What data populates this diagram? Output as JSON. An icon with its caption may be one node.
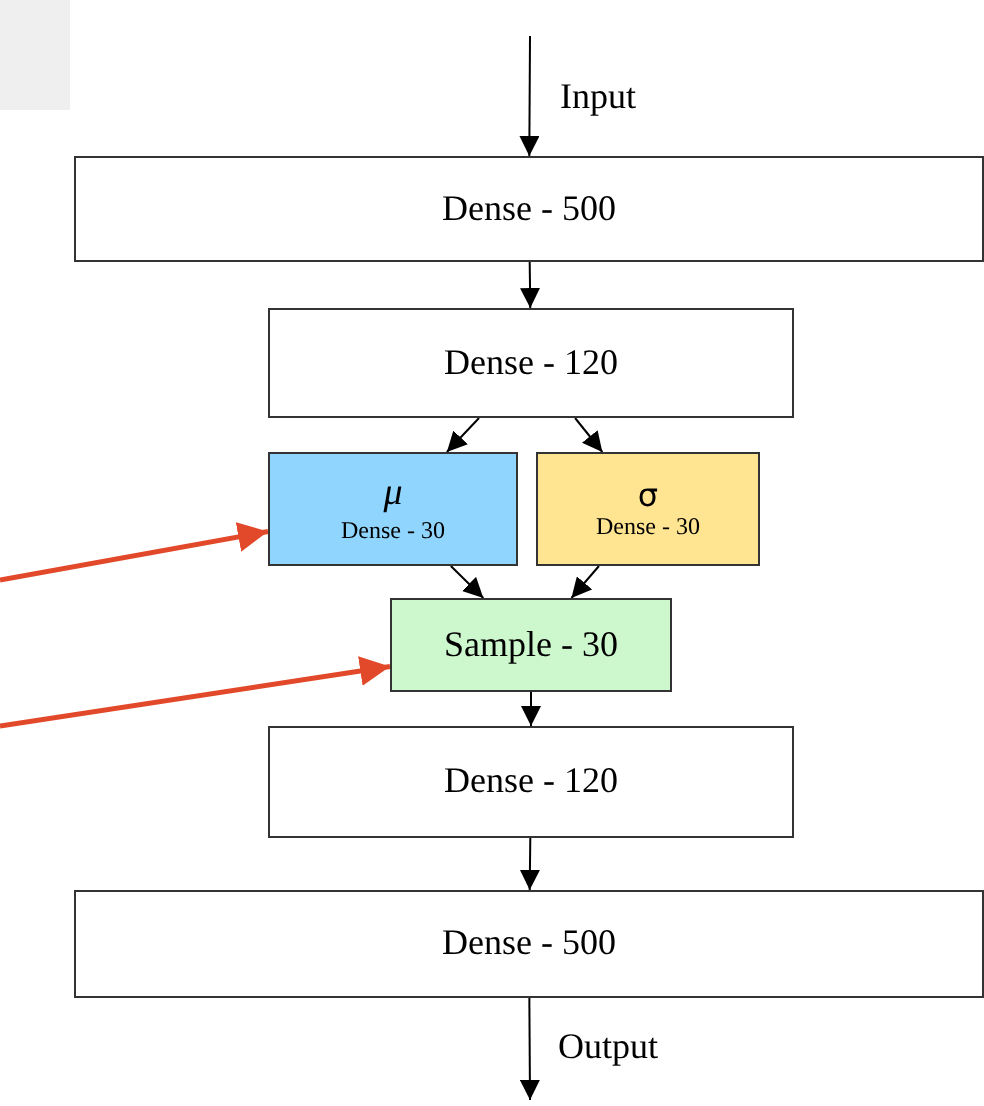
{
  "diagram": {
    "nodes": [
      {
        "text": [
          "Dense - 500"
        ]
      },
      {
        "text": [
          "Dense - 120"
        ]
      },
      {
        "text": [
          "μ",
          "Dense - 30"
        ]
      },
      {
        "text": [
          "σ",
          "Dense - 30"
        ]
      },
      {
        "text": [
          "Sample - 30"
        ]
      },
      {
        "text": [
          "Dense - 120"
        ]
      },
      {
        "text": [
          "Dense - 500"
        ]
      }
    ],
    "edges": [
      {
        "from": null,
        "to": 0,
        "arrow": "to",
        "label": "Input"
      },
      {
        "from": 0,
        "to": 1,
        "arrow": "to"
      },
      {
        "from": 1,
        "to": 2,
        "arrow": "to"
      },
      {
        "from": 1,
        "to": 3,
        "arrow": "to"
      },
      {
        "from": 2,
        "to": 4,
        "arrow": "to"
      },
      {
        "from": 3,
        "to": 4,
        "arrow": "to"
      },
      {
        "from": 4,
        "to": 5,
        "arrow": "to"
      },
      {
        "from": 5,
        "to": 6,
        "arrow": "to"
      },
      {
        "from": 6,
        "to": null,
        "arrow": "to",
        "label": "Output"
      },
      {
        "from": null,
        "to": 2,
        "arrow": "to",
        "style": "thick",
        "color": "#e2492a"
      },
      {
        "from": null,
        "to": 4,
        "arrow": "to",
        "style": "thick",
        "color": "#e2492a"
      }
    ]
  }
}
